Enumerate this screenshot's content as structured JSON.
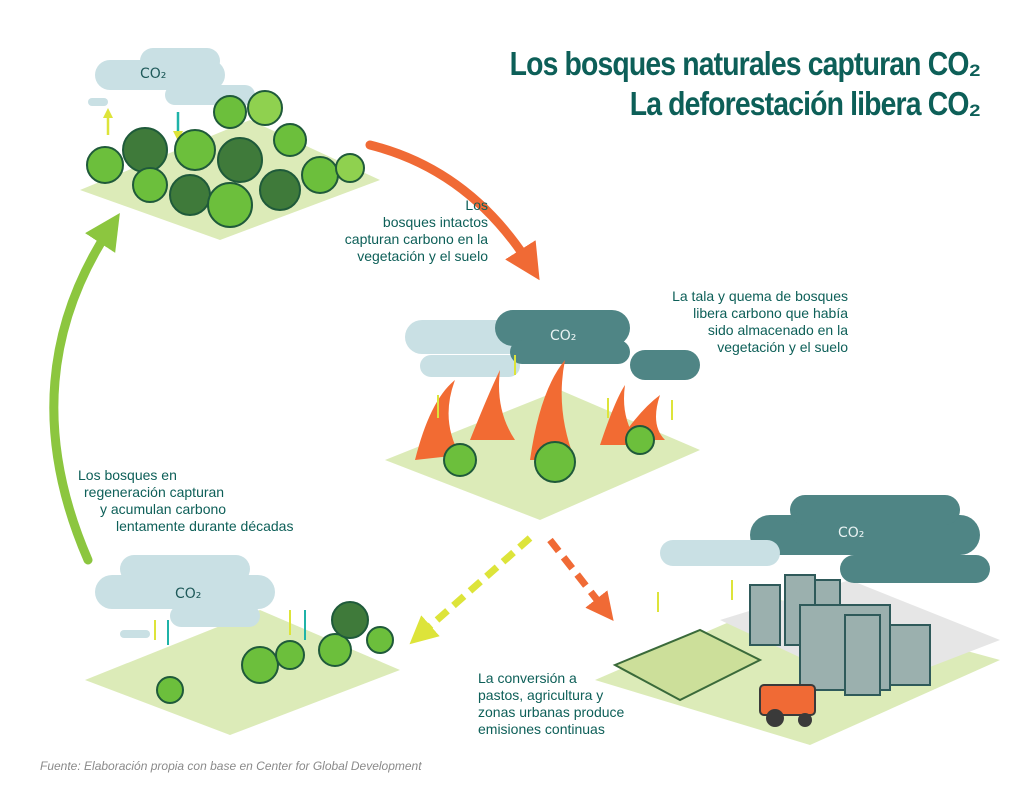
{
  "title": {
    "line1": "Los bosques naturales capturan CO₂",
    "line2": "La deforestación libera CO₂"
  },
  "scenes": {
    "intact_forest": {
      "cloud_label": "CO₂",
      "caption": [
        "Los",
        "bosques intactos",
        "capturan carbono en la",
        "vegetación y el suelo"
      ]
    },
    "burning": {
      "cloud_label": "CO₂",
      "caption": [
        "La tala y quema de bosques",
        "libera carbono que había",
        "sido almacenado en la",
        "vegetación y el suelo"
      ]
    },
    "regeneration": {
      "cloud_label": "CO₂",
      "caption": [
        "Los bosques en",
        "regeneración capturan",
        "y acumulan carbono",
        "lentamente durante décadas"
      ]
    },
    "conversion": {
      "cloud_label": "CO₂",
      "caption": [
        "La conversión a",
        "pastos, agricultura y",
        "zonas urbanas produce",
        "emisiones continuas"
      ]
    }
  },
  "colors": {
    "title": "#0d5f58",
    "arrow_orange": "#f06a35",
    "arrow_green": "#8cc63f",
    "arrow_yellow": "#dde43a",
    "cloud_light": "#c9e0e4",
    "cloud_dark": "#4f8585",
    "ground": "#dcebb8",
    "tree": "#6cbf3c"
  },
  "source": "Fuente: Elaboración propia con base en Center for Global Development"
}
